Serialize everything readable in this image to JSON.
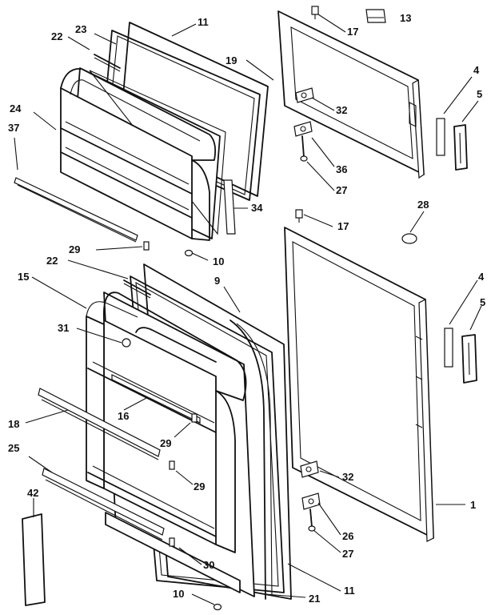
{
  "callouts": {
    "p1": "1",
    "p4a": "4",
    "p4b": "4",
    "p5a": "5",
    "p5b": "5",
    "p9": "9",
    "p10a": "10",
    "p10b": "10",
    "p11a": "11",
    "p11b": "11",
    "p13": "13",
    "p15": "15",
    "p16": "16",
    "p17a": "17",
    "p17b": "17",
    "p18": "18",
    "p19": "19",
    "p21": "21",
    "p22a": "22",
    "p22b": "22",
    "p23": "23",
    "p24": "24",
    "p25": "25",
    "p26": "26",
    "p27a": "27",
    "p27b": "27",
    "p28": "28",
    "p29a": "29",
    "p29b": "29",
    "p29c": "29",
    "p30": "30",
    "p31": "31",
    "p32a": "32",
    "p32b": "32",
    "p34": "34",
    "p36": "36",
    "p37": "37",
    "p42": "42"
  },
  "colors": {
    "line": "#111111",
    "background": "#ffffff"
  }
}
